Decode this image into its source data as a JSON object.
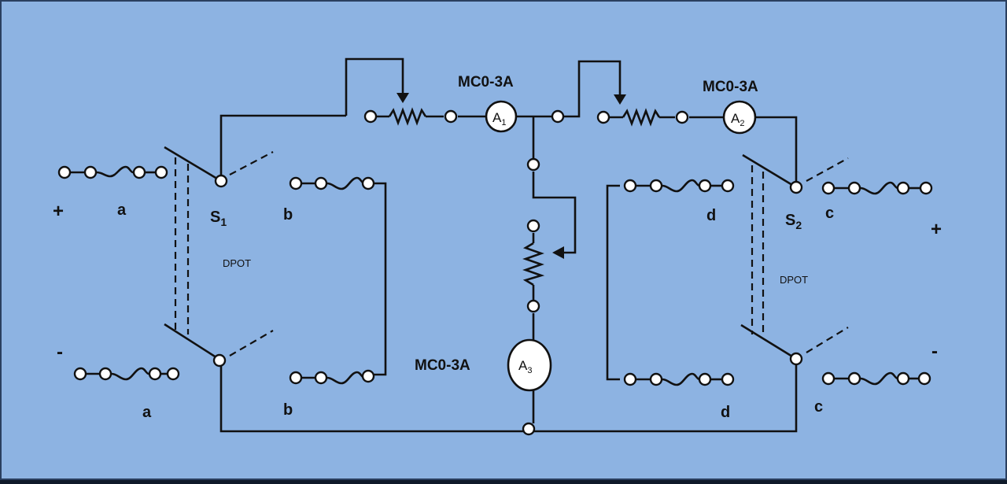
{
  "colors": {
    "background": "#8db3e2",
    "border": "#2a3f5f",
    "line": "#111111"
  },
  "labels": {
    "plus_left": "+",
    "minus_left": "-",
    "plus_right": "+",
    "minus_right": "-",
    "a_top": "a",
    "a_bottom": "a",
    "b_top": "b",
    "b_bottom": "b",
    "d_top": "d",
    "d_bottom": "d",
    "c_top": "c",
    "c_bottom": "c",
    "s1": "S",
    "s1_sub": "1",
    "s2": "S",
    "s2_sub": "2",
    "dpot_left": "DPOT",
    "dpot_right": "DPOT",
    "meter1_rating": "MC0-3A",
    "meter2_rating": "MC0-3A",
    "meter3_rating": "MC0-3A",
    "a1": "A",
    "a1_sub": "1",
    "a2": "A",
    "a2_sub": "2",
    "a3": "A",
    "a3_sub": "3"
  }
}
